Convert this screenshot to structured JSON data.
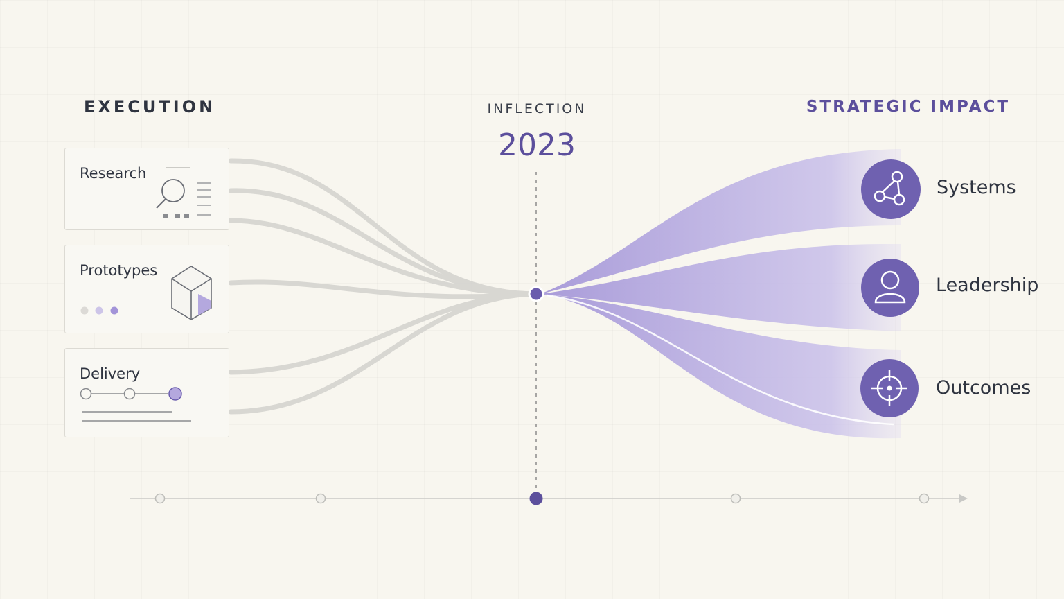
{
  "headings": {
    "execution": "EXECUTION",
    "inflection": "INFLECTION",
    "year": "2023",
    "strategic_impact": "STRATEGIC IMPACT"
  },
  "execution_items": [
    {
      "label": "Research",
      "icon": "magnifier-document-icon"
    },
    {
      "label": "Prototypes",
      "icon": "cube-icon"
    },
    {
      "label": "Delivery",
      "icon": "milestone-track-icon"
    }
  ],
  "impact_items": [
    {
      "label": "Systems",
      "icon": "network-nodes-icon"
    },
    {
      "label": "Leadership",
      "icon": "person-icon"
    },
    {
      "label": "Outcomes",
      "icon": "target-crosshair-icon"
    }
  ],
  "timeline": {
    "marker_count": 5,
    "active_marker_index": 2
  },
  "colors": {
    "background": "#f8f6ef",
    "accent": "#6a5cad",
    "accent_light": "#b9aee0",
    "text": "#2f3440",
    "gray_line": "#cfcfcc"
  }
}
